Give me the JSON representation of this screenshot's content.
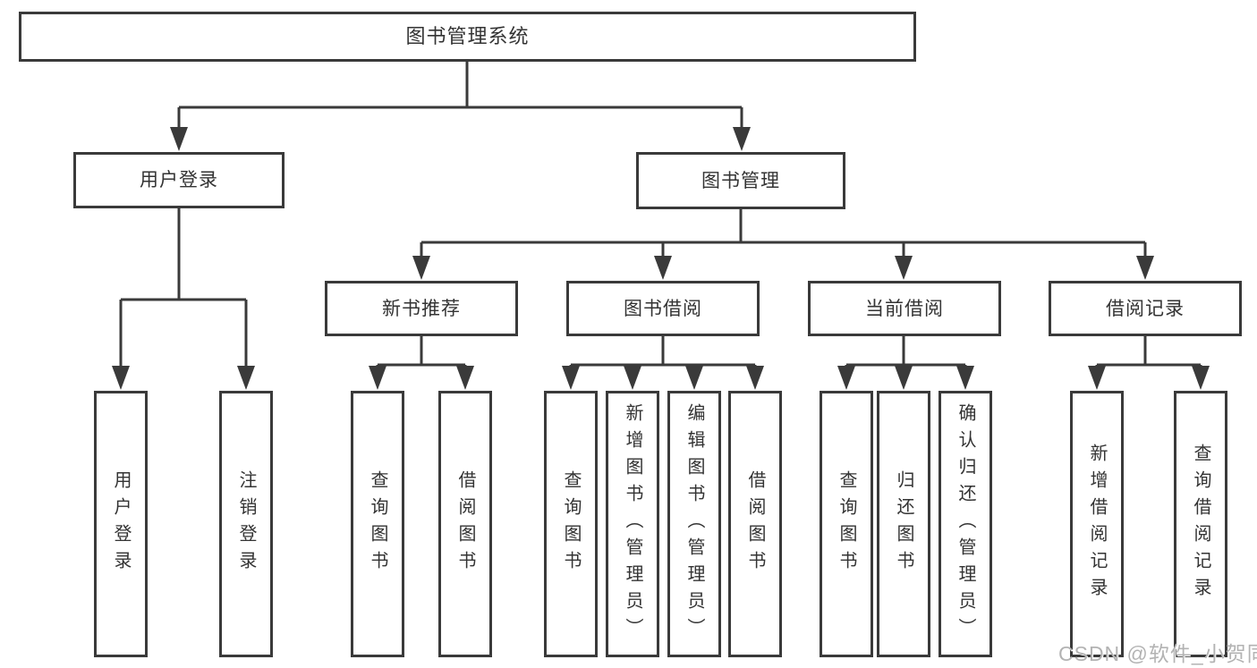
{
  "colors": {
    "line": "#3a3a3a",
    "text": "#333333",
    "background": "#ffffff",
    "watermark": "#b3b3b3"
  },
  "tree": {
    "root": {
      "label": "图书管理系统"
    },
    "branches": [
      {
        "label": "用户登录",
        "children": [
          {
            "label": "用户登录"
          },
          {
            "label": "注销登录"
          }
        ]
      },
      {
        "label": "图书管理",
        "children": [
          {
            "label": "新书推荐",
            "children": [
              {
                "label": "查询图书"
              },
              {
                "label": "借阅图书"
              }
            ]
          },
          {
            "label": "图书借阅",
            "children": [
              {
                "label": "查询图书"
              },
              {
                "label": "新增图书（管理员）"
              },
              {
                "label": "编辑图书（管理员）"
              },
              {
                "label": "借阅图书"
              }
            ]
          },
          {
            "label": "当前借阅",
            "children": [
              {
                "label": "查询图书"
              },
              {
                "label": "归还图书"
              },
              {
                "label": "确认归还（管理员）"
              }
            ]
          },
          {
            "label": "借阅记录",
            "children": [
              {
                "label": "新增借阅记录"
              },
              {
                "label": "查询借阅记录"
              }
            ]
          }
        ]
      }
    ]
  },
  "watermark": "CSDN @软件_小贺同学"
}
